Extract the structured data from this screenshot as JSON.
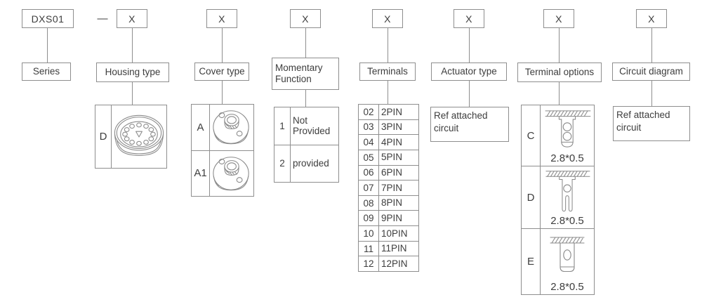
{
  "code_row": {
    "series_code": "DXS01",
    "separator": "—",
    "placeholder": "X"
  },
  "labels": {
    "series": "Series",
    "housing": "Housing type",
    "cover": "Cover type",
    "momentary": "Momentary Function",
    "terminals": "Terminals",
    "actuator": "Actuator type",
    "terminal_options": "Terminal options",
    "circuit": "Circuit diagram"
  },
  "housing": {
    "rows": [
      {
        "code": "D"
      }
    ]
  },
  "cover": {
    "rows": [
      {
        "code": "A"
      },
      {
        "code": "A1"
      }
    ]
  },
  "momentary": {
    "rows": [
      {
        "code": "1",
        "desc": "Not Provided"
      },
      {
        "code": "2",
        "desc": "provided"
      }
    ]
  },
  "terminals": {
    "rows": [
      {
        "code": "02",
        "desc": "2PIN"
      },
      {
        "code": "03",
        "desc": "3PIN"
      },
      {
        "code": "04",
        "desc": "4PIN"
      },
      {
        "code": "05",
        "desc": "5PIN"
      },
      {
        "code": "06",
        "desc": "6PIN"
      },
      {
        "code": "07",
        "desc": "7PIN"
      },
      {
        "code": "08",
        "desc": "8PIN"
      },
      {
        "code": "09",
        "desc": "9PIN"
      },
      {
        "code": "10",
        "desc": "10PIN"
      },
      {
        "code": "11",
        "desc": "11PIN"
      },
      {
        "code": "12",
        "desc": "12PIN"
      }
    ]
  },
  "actuator": {
    "note": "Ref attached circuit"
  },
  "terminal_options": {
    "rows": [
      {
        "code": "C",
        "dim": "2.8*0.5"
      },
      {
        "code": "D",
        "dim": "2.8*0.5"
      },
      {
        "code": "E",
        "dim": "2.8*0.5"
      }
    ]
  },
  "circuit": {
    "note": "Ref attached circuit"
  },
  "colors": {
    "line": "#8e8e8e",
    "text": "#3d3d3d",
    "background": "#ffffff"
  }
}
